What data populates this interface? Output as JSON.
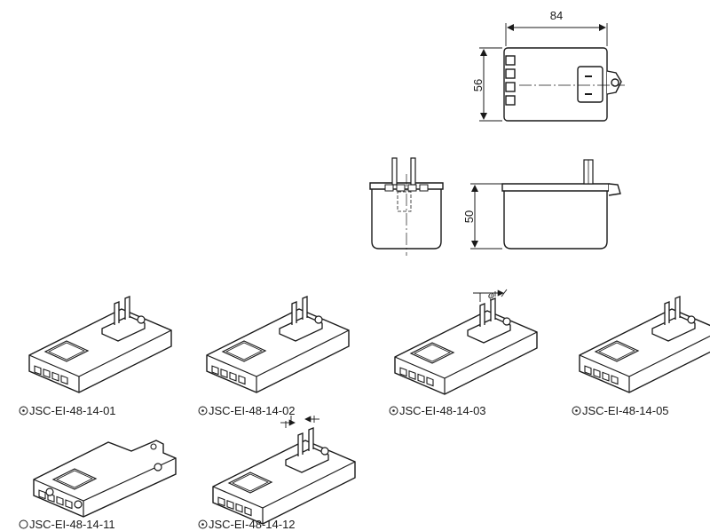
{
  "drawing": {
    "top_view": {
      "width_dim": "84",
      "height_dim": "56"
    },
    "side_view": {
      "height_dim": "50"
    },
    "phi_mark": "φ"
  },
  "models": [
    {
      "id": "JSC-EI-48-14-01",
      "marker": "dot-circle"
    },
    {
      "id": "JSC-EI-48-14-02",
      "marker": "dot-circle"
    },
    {
      "id": "JSC-EI-48-14-03",
      "marker": "dot-circle"
    },
    {
      "id": "JSC-EI-48-14-05",
      "marker": "dot-circle"
    },
    {
      "id": "JSC-EI-48-14-11",
      "marker": "circle"
    },
    {
      "id": "JSC-EI-48-14-12",
      "marker": "dot-circle"
    }
  ]
}
